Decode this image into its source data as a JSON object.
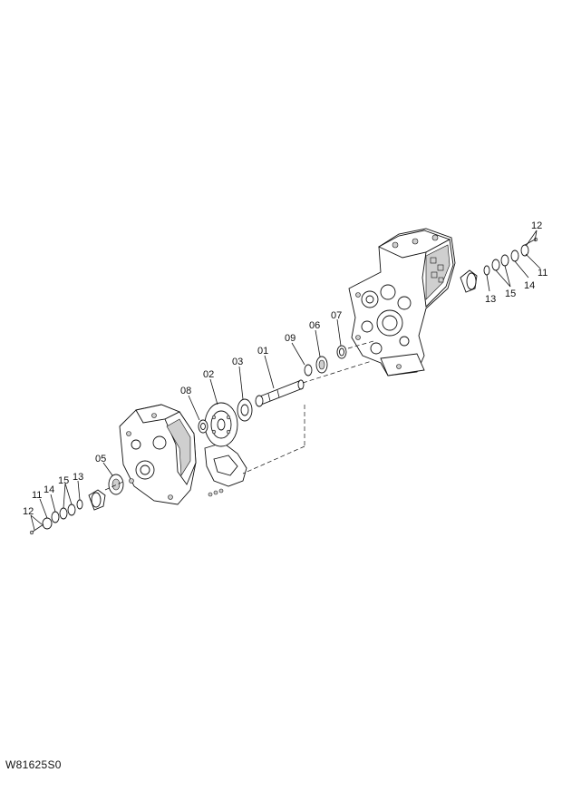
{
  "labels": {
    "p01": "01",
    "p02": "02",
    "p03": "03",
    "p05": "05",
    "p06": "06",
    "p07": "07",
    "p08": "08",
    "p09": "09",
    "p11_right": "11",
    "p12_right": "12",
    "p13_right": "13",
    "p14_right": "14",
    "p15_right": "15",
    "p11_left": "11",
    "p12_left": "12",
    "p13_left": "13",
    "p14_left": "14",
    "p15_left": "15"
  },
  "drawing_code": "W81625S0"
}
